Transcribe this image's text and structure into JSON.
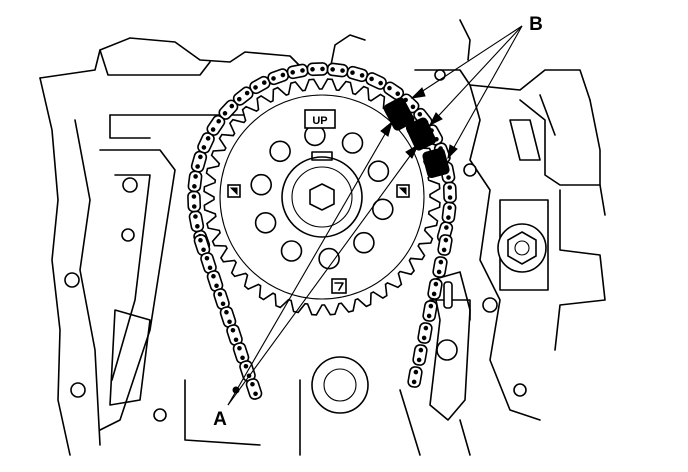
{
  "labels": {
    "a": "A",
    "b": "B",
    "up_mark": "UP"
  }
}
